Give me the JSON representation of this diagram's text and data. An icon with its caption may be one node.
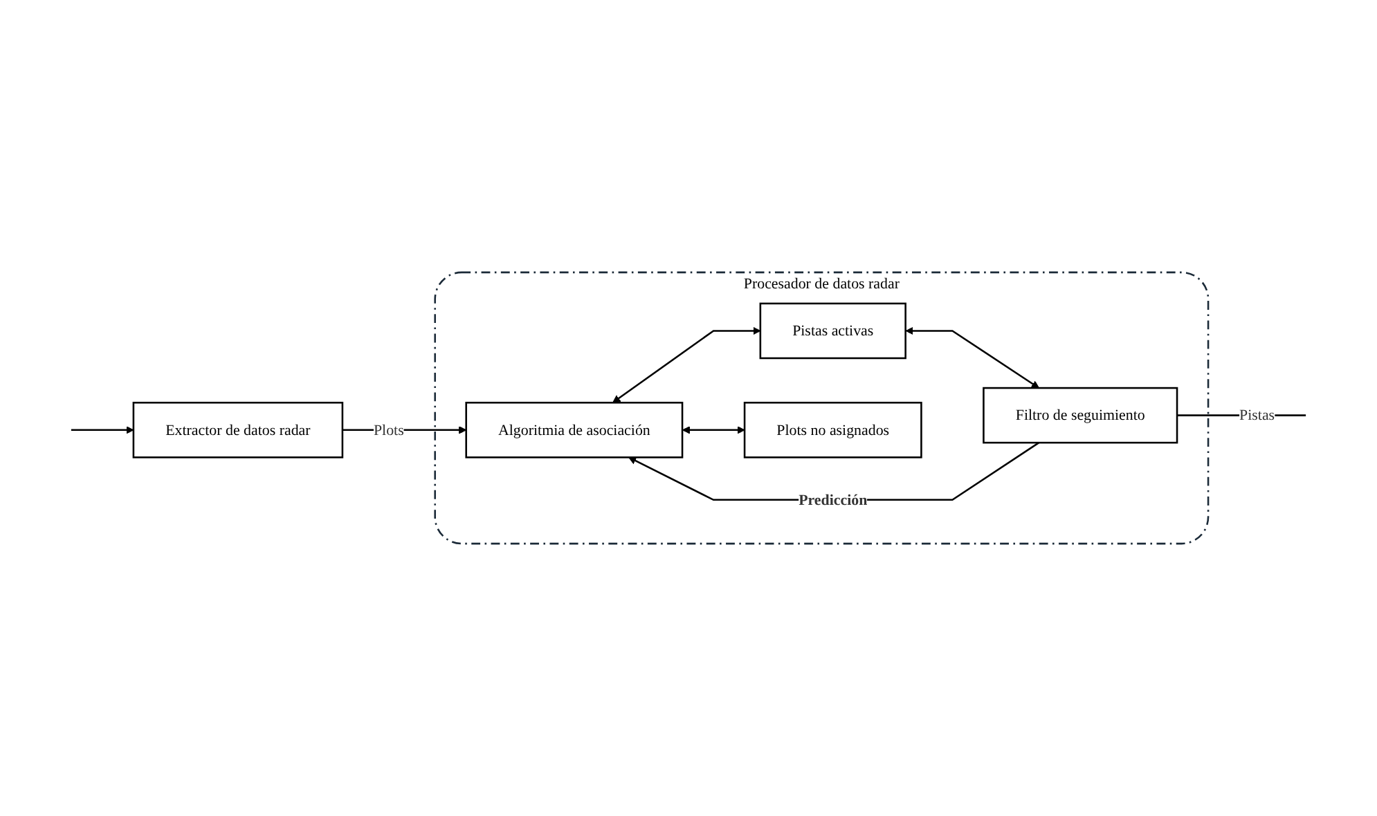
{
  "diagram": {
    "nodes": [
      {
        "text": [
          "Extractor de datos radar"
        ]
      },
      {
        "text": [
          "Procesador de datos radar"
        ]
      },
      {
        "text": [
          "Pistas activas"
        ],
        "in": 1
      },
      {
        "text": [
          "Algoritmia de asociación"
        ],
        "in": 1
      },
      {
        "text": [
          "Filtro de seguimiento"
        ],
        "in": 1
      },
      {
        "text": [
          "Plots no asignados"
        ],
        "in": 1
      }
    ],
    "edges": [
      {
        "from": null,
        "to": 0,
        "arrow": "to"
      },
      {
        "from": 0,
        "to": 3,
        "arrow": "to",
        "label": "Plots"
      },
      {
        "from": 3,
        "to": 2,
        "arrow": "both"
      },
      {
        "from": 2,
        "to": 4,
        "arrow": "both"
      },
      {
        "from": 4,
        "to": 3,
        "arrow": "to",
        "label": "Predicción"
      },
      {
        "from": 4,
        "to": null,
        "arrow": "none",
        "label": "Pistas"
      },
      {
        "from": 3,
        "to": 5,
        "arrow": "both"
      }
    ]
  }
}
